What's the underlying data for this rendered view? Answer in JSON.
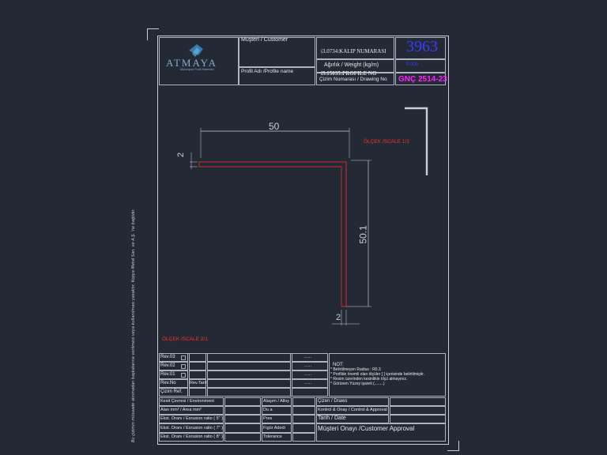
{
  "header": {
    "logo_text": "ATMAYA",
    "logo_sub": "Alüminyum Profil Sistemleri",
    "customer_label": "Müşteri / Customer",
    "die_no_label": "i3.0734:KALIP NUMARASI",
    "weight_label": "Ağırlık / Weight (kg/m)",
    "profile_no_label": "i9.15035:PROFILE NO",
    "profile_name_label": "Profil Adı /Profile name",
    "drawing_no_label": "Çizim Numarası / Drawing No",
    "profile_number": "3963",
    "weight_value": "0.000",
    "drawing_number": "GNÇ 2514-23"
  },
  "side_text": "Bu çizimin müsaade alınmadan başkalarına verilmesi veya kullanılması yasaktır. Kopya Metal San. ve A.Ş. 'ne bağlıdır.",
  "drawing": {
    "scale_1_1": "ÖLÇEK /SCALE 1/1",
    "scale_2_1": "ÖLÇEK /SCALE 2/1",
    "dim_top": "50",
    "dim_thick_top": "2",
    "dim_vertical": "50.1",
    "dim_thick_bottom": "2"
  },
  "revisions": {
    "rows": [
      "Rev.03",
      "Rev.02",
      "Rev.01",
      "Rev.No"
    ],
    "rev_date_label": "Rev.Tarih",
    "drawing_ref_label": "Çizim Ref.",
    "dots": "....."
  },
  "notes": {
    "title": "NOT:",
    "lines": [
      "* Belirtilmeyen Radius : R0.3",
      "* Profilde önemli olan ölçüler [ ] içerisinde belirtilmiştir.",
      "* Resim üzerinden kesinlikle ölçü almayınız.",
      "* Görünen Yüzey işareti (........)"
    ]
  },
  "specs": {
    "left": [
      "Kesit Çevresi / Environment",
      "Alan mm² / Area mm²",
      "Ekst. Oranı / Exrusion ratio ( 5\" )",
      "Ekst. Oranı / Exrusion ratio ( 7\" )",
      "Ekst. Oranı / Exrusion ratio ( 8\" )"
    ],
    "mid": [
      "Alaşım / Alloy",
      "Du a",
      "Pres",
      "Figür Adedi",
      "Tolerance"
    ],
    "right": [
      "Çizen / Draws",
      "Kontrol & Onay / Control & Approval",
      "Tarih / Date",
      "Müşteri Onayı /Customer Approval"
    ]
  },
  "colors": {
    "background": "#232a35",
    "line": "#c9ced6",
    "profile_red": "#ff2b2b",
    "blue_text": "#3a3cff",
    "magenta": "#ff22ff"
  }
}
